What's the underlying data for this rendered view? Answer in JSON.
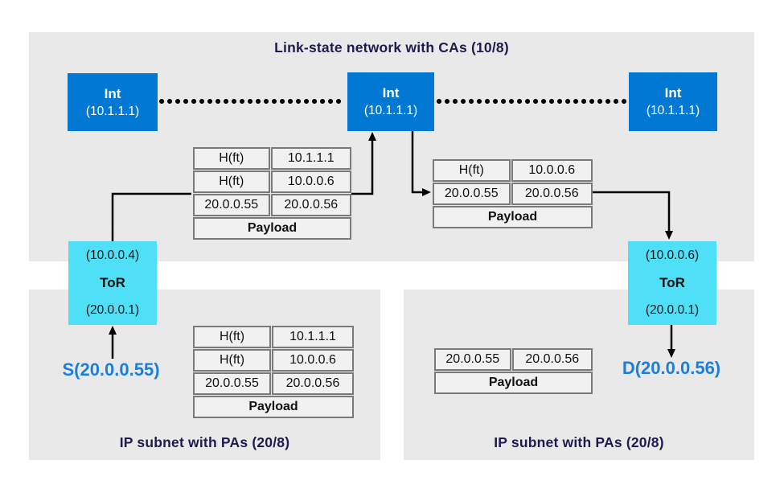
{
  "diagram": {
    "backbone": {
      "title": "Link-state network with CAs (10/8)",
      "routers": [
        {
          "name": "Int",
          "address": "(10.1.1.1)"
        },
        {
          "name": "Int",
          "address": "(10.1.1.1)"
        },
        {
          "name": "Int",
          "address": "(10.1.1.1)"
        }
      ]
    },
    "tors": {
      "left": {
        "ca_address": "(10.0.0.4)",
        "name": "ToR",
        "pa_address": "(20.0.0.1)"
      },
      "right": {
        "ca_address": "(10.0.0.6)",
        "name": "ToR",
        "pa_address": "(20.0.0.1)"
      }
    },
    "endpoints": {
      "source": "S(20.0.0.55)",
      "destination": "D(20.0.0.56)"
    },
    "subnets": {
      "left_caption": "IP subnet with PAs (20/8)",
      "right_caption": "IP subnet with PAs (20/8)"
    },
    "packets": {
      "mid_left": {
        "rows": [
          [
            "H(ft)",
            "10.1.1.1"
          ],
          [
            "H(ft)",
            "10.0.0.6"
          ],
          [
            "20.0.0.55",
            "20.0.0.56"
          ]
        ],
        "payload": "Payload"
      },
      "mid_right": {
        "rows": [
          [
            "H(ft)",
            "10.0.0.6"
          ],
          [
            "20.0.0.55",
            "20.0.0.56"
          ]
        ],
        "payload": "Payload"
      },
      "bottom_left": {
        "rows": [
          [
            "H(ft)",
            "10.1.1.1"
          ],
          [
            "H(ft)",
            "10.0.0.6"
          ],
          [
            "20.0.0.55",
            "20.0.0.56"
          ]
        ],
        "payload": "Payload"
      },
      "bottom_right": {
        "rows": [
          [
            "20.0.0.55",
            "20.0.0.56"
          ]
        ],
        "payload": "Payload"
      }
    },
    "colors": {
      "router_blue": "#0078d4",
      "tor_cyan": "#4fe0f7",
      "navy_text": "#1e1c4e",
      "endpoint_blue": "#1b7fd9",
      "region_gray": "#e9e9e9",
      "table_border_gray": "#7a7a7a"
    }
  }
}
